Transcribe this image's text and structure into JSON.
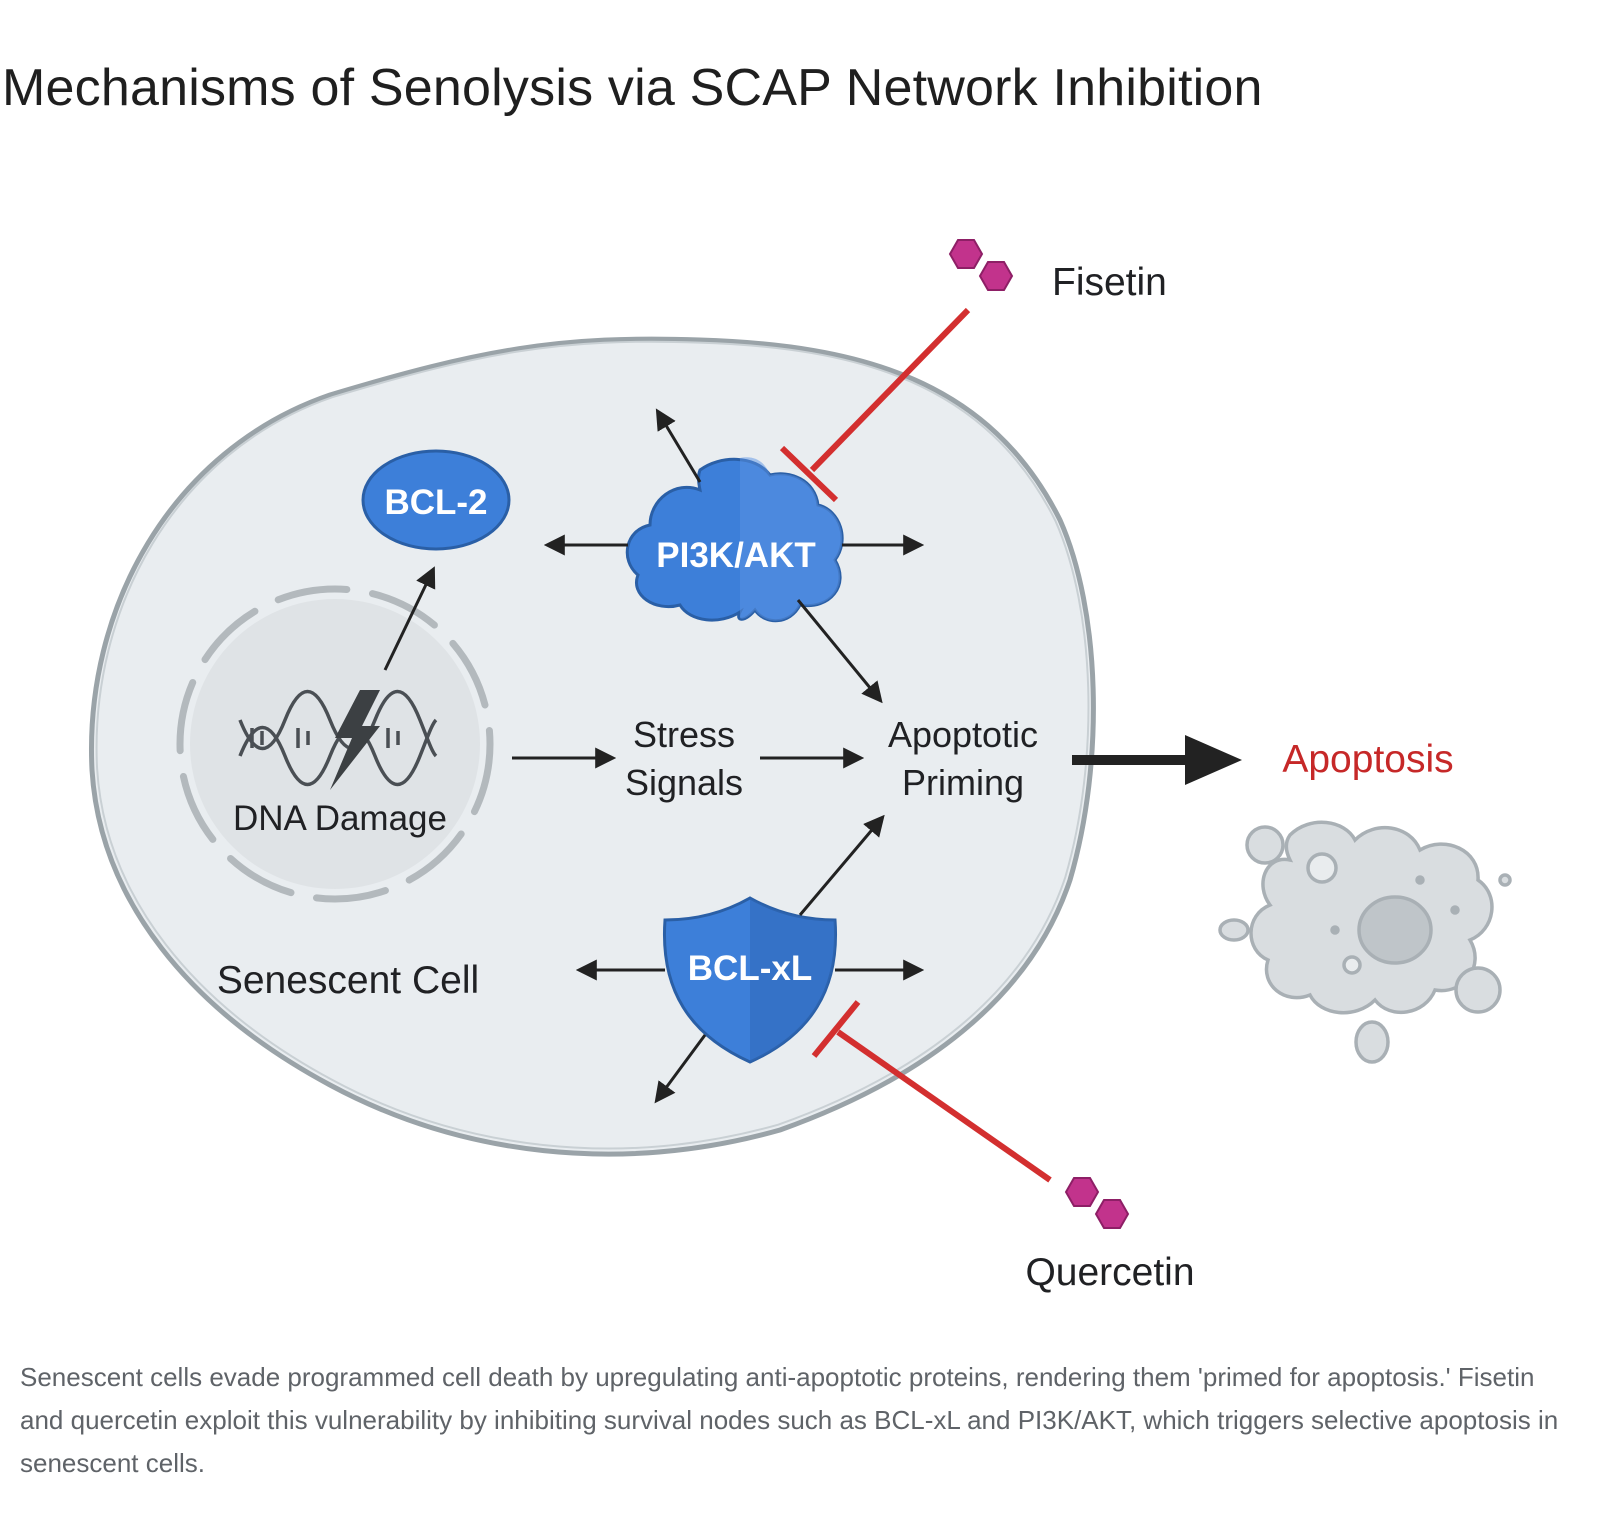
{
  "title": "Mechanisms of Senolysis via SCAP Network Inhibition",
  "nodes": {
    "bcl2": "BCL-2",
    "pi3k": "PI3K/AKT",
    "bclxl": "BCL-xL",
    "dna": "DNA Damage",
    "stress_line1": "Stress",
    "stress_line2": "Signals",
    "priming_line1": "Apoptotic",
    "priming_line2": "Priming",
    "senescent_cell": "Senescent Cell",
    "apoptosis": "Apoptosis"
  },
  "inhibitors": {
    "fisetin": "Fisetin",
    "quercetin": "Quercetin"
  },
  "icons": {
    "dna": "dna-helix-icon",
    "damage": "lightning-bolt-icon",
    "molecule": "hexagon-molecule-icon",
    "apoptotic_cell": "fragmented-cell-icon"
  },
  "colors": {
    "node_blue": "#3d7fd9",
    "node_blue_dark": "#2f68b8",
    "inhibition_red": "#d32f2f",
    "molecule_magenta": "#c2338c",
    "apoptosis_text": "#c62828",
    "cell_fill": "#e9edf0",
    "cell_border": "#9aa3a8"
  },
  "caption": "Senescent cells evade programmed cell death by upregulating anti-apoptotic proteins, rendering them 'primed for apoptosis.' Fisetin and quercetin exploit this vulnerability by inhibiting survival nodes such as BCL-xL and PI3K/AKT, which triggers selective apoptosis in senescent cells."
}
